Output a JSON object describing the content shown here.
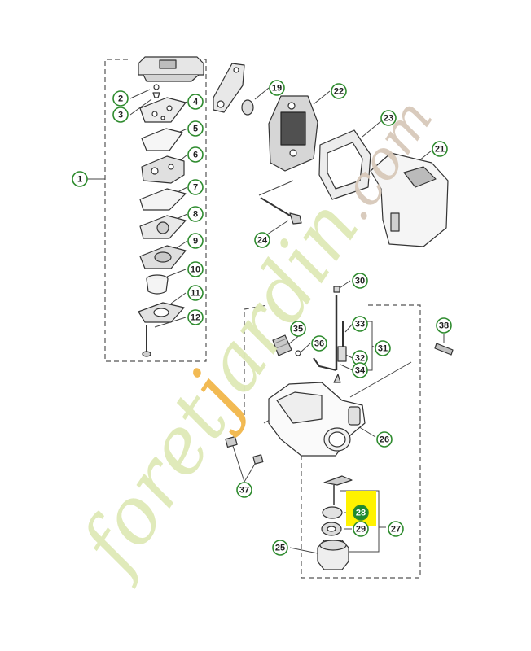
{
  "watermark": {
    "text": "foretjardin.com",
    "color": "#dfe9b7",
    "accent_color": "#f2b74a",
    "domain_color": "#d8c9ba"
  },
  "colors": {
    "callout_border": "#2e8b2e",
    "callout_fill": "#ffffff",
    "highlight_fill": "#1d8a2f",
    "highlight_box": "#fff200",
    "line": "#444444"
  },
  "callouts": [
    {
      "id": "c1",
      "label": "1"
    },
    {
      "id": "c2",
      "label": "2"
    },
    {
      "id": "c3",
      "label": "3"
    },
    {
      "id": "c4",
      "label": "4"
    },
    {
      "id": "c5",
      "label": "5"
    },
    {
      "id": "c6",
      "label": "6"
    },
    {
      "id": "c7",
      "label": "7"
    },
    {
      "id": "c8",
      "label": "8"
    },
    {
      "id": "c9",
      "label": "9"
    },
    {
      "id": "c10",
      "label": "10"
    },
    {
      "id": "c11",
      "label": "11"
    },
    {
      "id": "c12",
      "label": "12"
    },
    {
      "id": "c19",
      "label": "19"
    },
    {
      "id": "c21",
      "label": "21"
    },
    {
      "id": "c22",
      "label": "22"
    },
    {
      "id": "c23",
      "label": "23"
    },
    {
      "id": "c24",
      "label": "24"
    },
    {
      "id": "c25",
      "label": "25"
    },
    {
      "id": "c26",
      "label": "26"
    },
    {
      "id": "c27",
      "label": "27"
    },
    {
      "id": "c28",
      "label": "28",
      "highlighted": true
    },
    {
      "id": "c29",
      "label": "29"
    },
    {
      "id": "c30",
      "label": "30"
    },
    {
      "id": "c31",
      "label": "31"
    },
    {
      "id": "c32",
      "label": "32"
    },
    {
      "id": "c33",
      "label": "33"
    },
    {
      "id": "c34",
      "label": "34"
    },
    {
      "id": "c35",
      "label": "35"
    },
    {
      "id": "c36",
      "label": "36"
    },
    {
      "id": "c37",
      "label": "37"
    },
    {
      "id": "c38",
      "label": "38"
    }
  ]
}
